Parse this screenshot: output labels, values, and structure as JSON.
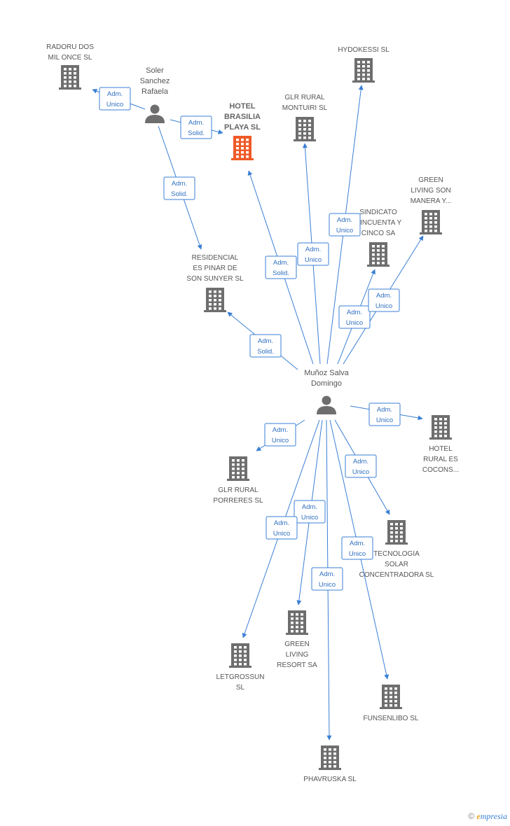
{
  "colors": {
    "edge": "#3a7fd5",
    "building": "#6e6e6e",
    "main_building": "#f05a28",
    "person": "#6e6e6e"
  },
  "nodes": [
    {
      "id": "radoru",
      "type": "company",
      "label": [
        "RADORU DOS",
        "MIL ONCE SL"
      ]
    },
    {
      "id": "soler",
      "type": "person",
      "label": [
        "Soler",
        "Sanchez",
        "Rafaela"
      ]
    },
    {
      "id": "hotel_brasilia",
      "type": "company",
      "main": true,
      "label": [
        "HOTEL",
        "BRASILIA",
        "PLAYA SL"
      ]
    },
    {
      "id": "hydokessi",
      "type": "company",
      "label": [
        "HYDOKESSI  SL"
      ]
    },
    {
      "id": "glr_montuiri",
      "type": "company",
      "label": [
        "GLR RURAL",
        "MONTUIRI SL"
      ]
    },
    {
      "id": "green_son_manera",
      "type": "company",
      "label": [
        "GREEN",
        "LIVING SON",
        "MANERA Y..."
      ]
    },
    {
      "id": "sindicato",
      "type": "company",
      "label": [
        "SINDICATO",
        "CINCUENTA Y",
        "CINCO SA"
      ]
    },
    {
      "id": "residencial",
      "type": "company",
      "label": [
        "RESIDENCIAL",
        "ES PINAR DE",
        "SON SUNYER SL"
      ]
    },
    {
      "id": "munoz",
      "type": "person",
      "label": [
        "Muñoz Salva",
        "Domingo"
      ]
    },
    {
      "id": "hotel_cocons",
      "type": "company",
      "label": [
        "HOTEL",
        "RURAL ES",
        "COCONS..."
      ]
    },
    {
      "id": "glr_porreres",
      "type": "company",
      "label": [
        "GLR RURAL",
        "PORRERES SL"
      ]
    },
    {
      "id": "tecnologia",
      "type": "company",
      "label": [
        "TECNOLOGIA",
        "SOLAR",
        "CONCENTRADORA SL"
      ]
    },
    {
      "id": "green_resort",
      "type": "company",
      "label": [
        "GREEN",
        "LIVING",
        "RESORT SA"
      ]
    },
    {
      "id": "letgrossun",
      "type": "company",
      "label": [
        "LETGROSSUN",
        "SL"
      ]
    },
    {
      "id": "funsenlibo",
      "type": "company",
      "label": [
        "FUNSENLIBO  SL"
      ]
    },
    {
      "id": "phavruska",
      "type": "company",
      "label": [
        "PHAVRUSKA  SL"
      ]
    }
  ],
  "edges": [
    {
      "from": "soler",
      "to": "radoru",
      "badge": [
        "Adm.",
        "Unico"
      ]
    },
    {
      "from": "soler",
      "to": "hotel_brasilia",
      "badge": [
        "Adm.",
        "Solid."
      ]
    },
    {
      "from": "soler",
      "to": "residencial",
      "badge": [
        "Adm.",
        "Solid."
      ]
    },
    {
      "from": "munoz",
      "to": "hotel_brasilia",
      "badge": [
        "Adm.",
        "Solid."
      ]
    },
    {
      "from": "munoz",
      "to": "glr_montuiri",
      "badge": [
        "Adm.",
        "Unico"
      ]
    },
    {
      "from": "munoz",
      "to": "hydokessi",
      "badge": [
        "Adm.",
        "Unico"
      ]
    },
    {
      "from": "munoz",
      "to": "sindicato",
      "badge": [
        "Adm.",
        "Unico"
      ]
    },
    {
      "from": "munoz",
      "to": "green_son_manera",
      "badge": [
        "Adm.",
        "Unico"
      ]
    },
    {
      "from": "munoz",
      "to": "residencial",
      "badge": [
        "Adm.",
        "Solid."
      ]
    },
    {
      "from": "munoz",
      "to": "hotel_cocons",
      "badge": [
        "Adm.",
        "Unico"
      ]
    },
    {
      "from": "munoz",
      "to": "glr_porreres",
      "badge": [
        "Adm.",
        "Unico"
      ]
    },
    {
      "from": "munoz",
      "to": "tecnologia",
      "badge": [
        "Adm.",
        "Unico"
      ]
    },
    {
      "from": "munoz",
      "to": "green_resort",
      "badge": [
        "Adm.",
        "Unico"
      ]
    },
    {
      "from": "munoz",
      "to": "letgrossun",
      "badge": [
        "Adm.",
        "Unico"
      ]
    },
    {
      "from": "munoz",
      "to": "phavruska",
      "badge": [
        "Adm.",
        "Unico"
      ]
    },
    {
      "from": "munoz",
      "to": "funsenlibo",
      "badge": [
        "Adm.",
        "Unico"
      ]
    }
  ],
  "footer": {
    "copyright": "©",
    "brand_initial": "e",
    "brand_rest": "mpresia"
  }
}
